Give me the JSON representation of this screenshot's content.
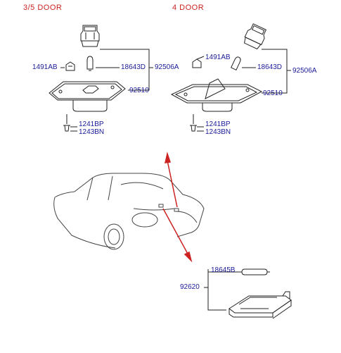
{
  "headers": {
    "left": "3/5 DOOR",
    "right": "4 DOOR"
  },
  "left_group": {
    "clip": "1491AB",
    "bulb": "18643D",
    "socket": "92506A",
    "lamp": "92510",
    "screw_a": "1241BP",
    "screw_b": "1243BN"
  },
  "right_group": {
    "clip": "1491AB",
    "bulb": "18643D",
    "socket": "92506A",
    "lamp": "92510",
    "screw_a": "1241BP",
    "screw_b": "1243BN"
  },
  "trunk_group": {
    "bulb": "18645B",
    "lamp": "92620"
  },
  "colors": {
    "header": "#cc2222",
    "part_number": "#1a1a99",
    "arrow": "#cc2222",
    "line": "#222222"
  }
}
